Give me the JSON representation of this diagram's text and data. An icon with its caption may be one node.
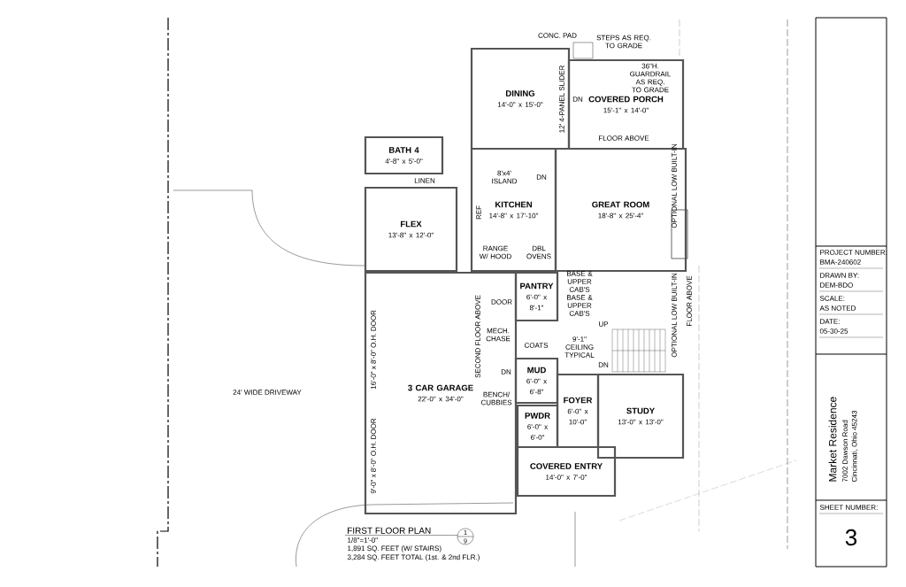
{
  "diagram": {
    "title": "FIRST FLOOR PLAN",
    "nodes": [
      {
        "text": [
          "DINING",
          "14'-0\" x 15'-0\""
        ]
      },
      {
        "text": [
          "COVERED PORCH",
          "15'-1\" x 14'-0\""
        ]
      },
      {
        "text": [
          "BATH 4",
          "4'-8\" x 5'-0\""
        ]
      },
      {
        "text": [
          "FLEX",
          "13'-8\" x 12'-0\""
        ]
      },
      {
        "text": [
          "KITCHEN",
          "14'-8\" x 17'-10\""
        ]
      },
      {
        "text": [
          "GREAT ROOM",
          "18'-8\" x 25'-4\""
        ]
      },
      {
        "text": [
          "3 CAR GARAGE",
          "22'-0\" x 34'-0\""
        ]
      },
      {
        "text": [
          "PANTRY",
          "6'-0\" x 8'-1\""
        ]
      },
      {
        "text": [
          "MUD",
          "6'-0\" x 6'-8\""
        ]
      },
      {
        "text": [
          "FOYER",
          "6'-0\" x 10'-0\""
        ]
      },
      {
        "text": [
          "STUDY",
          "13'-0\" x 13'-0\""
        ]
      },
      {
        "text": [
          "PWDR",
          "6'-0\" x 6'-0\""
        ]
      },
      {
        "text": [
          "COVERED ENTRY",
          "14'-0\" x 7'-0\""
        ]
      }
    ],
    "labels": [
      "CONC. PAD",
      "STEPS AS REQ. TO GRADE",
      "36\"H. GUARDRAIL AS REQ. TO GRADE",
      "12' 4-PANEL SLIDER",
      "DN",
      "FLOOR ABOVE",
      "LINEN",
      "REF",
      "8'x4' ISLAND",
      "DN",
      "RANGE W/ HOOD",
      "DBL OVENS",
      "OPTIONAL LOW BUILT-IN",
      "BASE & UPPER CAB'S",
      "DOOR",
      "SECOND FLOOR ABOVE",
      "OPTIONAL LOW BUILT-IN",
      "FLOOR ABOVE",
      "BASE & UPPER CAB'S",
      "MECH. CHASE",
      "COATS",
      "9'-1\" CEILING TYPICAL",
      "UP",
      "DN",
      "DN",
      "BENCH/ CUBBIES",
      "16'-0\" x 8'-0\" O.H. DOOR",
      "9'-0\" x 8'-0\" O.H. DOOR",
      "24' WIDE DRIVEWAY",
      "1/8\"=1'-0\"",
      "1,891 SQ. FEET (W/ STAIRS)",
      "3,284 SQ. FEET TOTAL (1st. & 2nd FLR.)",
      "1",
      "9",
      "PROJECT NUMBER:",
      "BMA-240602",
      "DRAWN BY:",
      "DEM-BDO",
      "SCALE:",
      "AS NOTED",
      "DATE:",
      "05-30-25",
      "Market Residence",
      "7002 Dawson Road",
      "Cincinnati, Ohio 45243",
      "SHEET NUMBER:",
      "3"
    ]
  }
}
